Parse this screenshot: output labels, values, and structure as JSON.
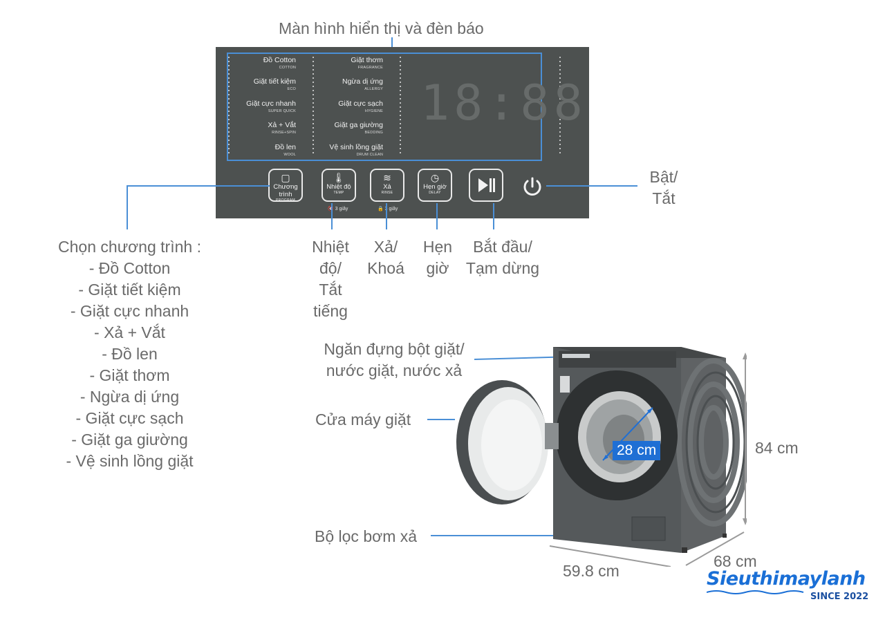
{
  "display_title": "Màn hình hiển thị và đèn báo",
  "power_label": [
    "Bật/",
    "Tắt"
  ],
  "program_title": "Chọn chương trình :",
  "program_items": [
    "- Đồ Cotton",
    "- Giặt tiết kiệm",
    "- Giặt cực nhanh",
    "- Xả + Vắt",
    "- Đồ len",
    "- Giặt thơm",
    "- Ngừa dị ứng",
    "- Giặt cực sạch",
    "- Giặt ga giường",
    "- Vệ sinh lồng giặt"
  ],
  "temp_label": [
    "Nhiệt",
    "độ/",
    "Tắt",
    "tiếng"
  ],
  "rinse_label": [
    "Xả/",
    "Khoá"
  ],
  "delay_label": [
    "Hẹn",
    "giờ"
  ],
  "start_label": [
    "Bắt đầu/",
    "Tạm dừng"
  ],
  "detergent_label": [
    "Ngăn đựng bột giặt/",
    "nước giặt, nước xả"
  ],
  "door_label": "Cửa máy giặt",
  "filter_label": "Bộ lọc bơm xả",
  "drum_size": "28 cm",
  "height": "84 cm",
  "width": "59.8 cm",
  "depth": "68 cm",
  "panel": {
    "left_programs": [
      {
        "vi": "Đồ Cotton",
        "en": "COTTON"
      },
      {
        "vi": "Giặt tiết kiệm",
        "en": "ECO"
      },
      {
        "vi": "Giặt cực nhanh",
        "en": "SUPER QUICK"
      },
      {
        "vi": "Xả + Vắt",
        "en": "RINSE+SPIN"
      },
      {
        "vi": "Đồ len",
        "en": "WOOL"
      }
    ],
    "right_programs": [
      {
        "vi": "Giặt thơm",
        "en": "FRAGRANCE"
      },
      {
        "vi": "Ngừa dị ứng",
        "en": "ALLERGY"
      },
      {
        "vi": "Giặt cực sạch",
        "en": "HYGIENE"
      },
      {
        "vi": "Giặt ga giường",
        "en": "BEDDING"
      },
      {
        "vi": "Vệ sinh lồng giặt",
        "en": "DRUM CLEAN"
      }
    ],
    "seg_display": "18:88",
    "buttons": [
      {
        "vi": "Chương trình",
        "en": "PROGRAM",
        "icon": "program-icon"
      },
      {
        "vi": "Nhiệt độ",
        "en": "TEMP",
        "icon": "thermometer-icon"
      },
      {
        "vi": "Xả",
        "en": "RINSE",
        "icon": "rinse-icon"
      },
      {
        "vi": "Hẹn giờ",
        "en": "DELAY",
        "icon": "clock-icon"
      }
    ],
    "hold_temp": "3 giây",
    "hold_rinse": "3 giây"
  },
  "logo": {
    "main": "Sieuthimaylanh",
    "since": "SINCE 2022"
  },
  "colors": {
    "panel": "#4d5150",
    "leader_line": "#4a8fd6",
    "logo": "#1a6fd6",
    "machine": "#5d6062"
  }
}
